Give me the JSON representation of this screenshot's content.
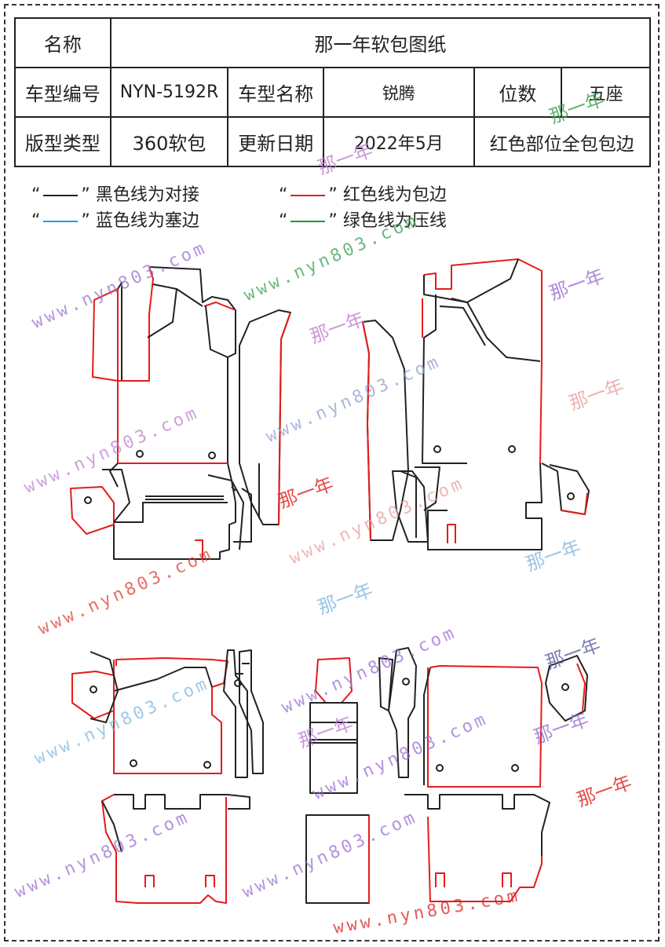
{
  "header": {
    "name_label": "名称",
    "name_value": "那一年软包图纸",
    "model_code_label": "车型编号",
    "model_code_value": "NYN-5192R",
    "model_name_label": "车型名称",
    "model_name_value": "锐腾",
    "seats_label": "位数",
    "seats_value": "五座",
    "type_label": "版型类型",
    "type_value": "360软包",
    "update_label": "更新日期",
    "update_value": "2022年5月",
    "note_value": "红色部位全包包边"
  },
  "legend": [
    {
      "text": "黑色线为对接",
      "color": "#222222"
    },
    {
      "text": "红色线为包边",
      "color": "#e51b1b"
    },
    {
      "text": "蓝色线为塞边",
      "color": "#1aa0e0"
    },
    {
      "text": "绿色线为压线",
      "color": "#1a9a3a"
    }
  ],
  "quote_open": "“",
  "quote_close": "”",
  "watermarks": {
    "url": "www.nyn803.com",
    "brand": "那一年"
  },
  "colors": {
    "black_line": "#222222",
    "red_line": "#e51b1b",
    "blue_line": "#1aa0e0",
    "green_line": "#1a9a3a"
  }
}
